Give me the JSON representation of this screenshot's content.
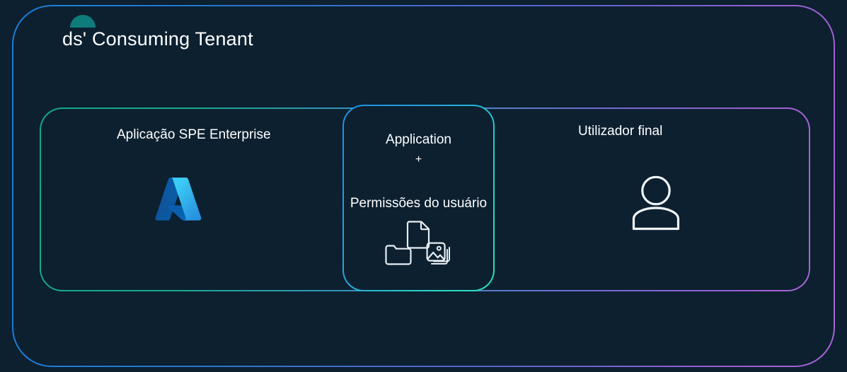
{
  "background_color": "#0c2030",
  "tenant": {
    "title": "ds' Consuming Tenant",
    "logo_mark_color": "#0e7c7b",
    "border_gradient_from": "#1b7fd4",
    "border_gradient_to": "#a964d6"
  },
  "inner_panel": {
    "border_gradient_from": "#12a88a",
    "border_gradient_to": "#a964d6"
  },
  "columns": {
    "left": {
      "label": "Aplicação SPE Enterprise",
      "icon": "azure-logo-icon"
    },
    "center": {
      "line1": "Application",
      "plus": "+",
      "line2": "Permissões do usuário",
      "border_gradient_from": "#1f8fe0",
      "border_gradient_to": "#2ae0bf",
      "icons": [
        "document-icon",
        "folder-icon",
        "image-stack-icon"
      ]
    },
    "right": {
      "label": "Utilizador final",
      "icon": "user-person-icon"
    }
  }
}
